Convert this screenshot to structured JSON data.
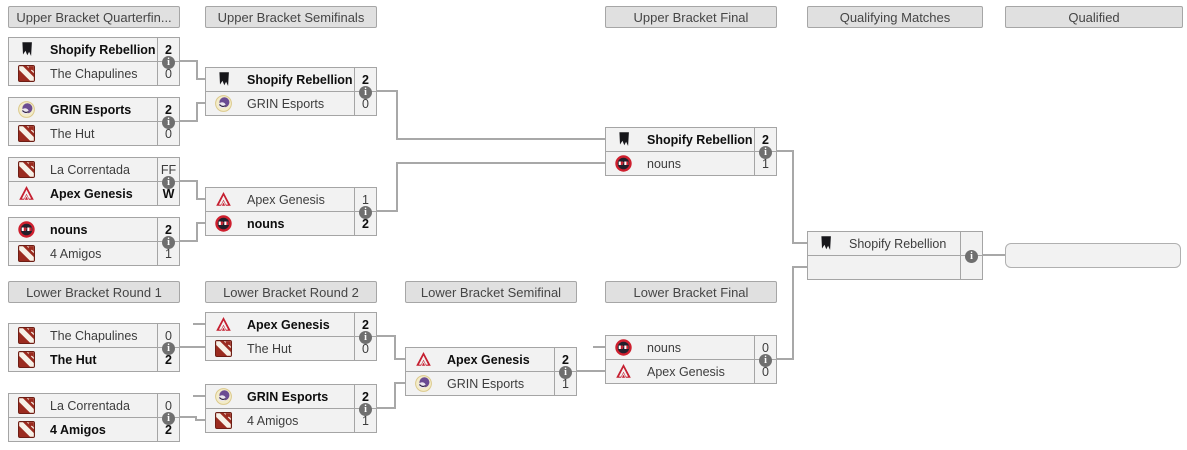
{
  "headers": {
    "upper": [
      {
        "label": "Upper Bracket Quarterfin..."
      },
      {
        "label": "Upper Bracket Semifinals"
      },
      {
        "label": "Upper Bracket Final"
      },
      {
        "label": "Qualifying Matches"
      },
      {
        "label": "Qualified"
      }
    ],
    "lower": [
      {
        "label": "Lower Bracket Round 1"
      },
      {
        "label": "Lower Bracket Round 2"
      },
      {
        "label": "Lower Bracket Semifinal"
      },
      {
        "label": "Lower Bracket Final"
      }
    ]
  },
  "glyphs": {
    "info": "i"
  },
  "colors": {
    "header_bg": "#e0e0e0",
    "match_bg": "#f2f2f2",
    "border": "#a5a5a5",
    "connector": "#a8a8a8",
    "info_icon_bg": "#6f6f6f",
    "dota_red": "#9b2b1f",
    "apex_red": "#c51f30",
    "nouns_red": "#ce1f2e",
    "grin_purple": "#6b4c92",
    "shopify_black": "#17171b"
  },
  "matches": {
    "ubqf1": {
      "top": {
        "name": "Shopify Rebellion",
        "icon": "shopify-rebellion",
        "score": "2",
        "winner": true
      },
      "bottom": {
        "name": "The Chapulines",
        "icon": "dota2",
        "score": "0",
        "winner": false
      }
    },
    "ubqf2": {
      "top": {
        "name": "GRIN Esports",
        "icon": "grin-esports",
        "score": "2",
        "winner": true
      },
      "bottom": {
        "name": "The Hut",
        "icon": "dota2",
        "score": "0",
        "winner": false
      }
    },
    "ubqf3": {
      "top": {
        "name": "La Correntada",
        "icon": "dota2",
        "score": "FF",
        "winner": false
      },
      "bottom": {
        "name": "Apex Genesis",
        "icon": "apex-genesis",
        "score": "W",
        "winner": true
      }
    },
    "ubqf4": {
      "top": {
        "name": "nouns",
        "icon": "nouns",
        "score": "2",
        "winner": true
      },
      "bottom": {
        "name": "4 Amigos",
        "icon": "dota2",
        "score": "1",
        "winner": false
      }
    },
    "ubsf1": {
      "top": {
        "name": "Shopify Rebellion",
        "icon": "shopify-rebellion",
        "score": "2",
        "winner": true
      },
      "bottom": {
        "name": "GRIN Esports",
        "icon": "grin-esports",
        "score": "0",
        "winner": false
      }
    },
    "ubsf2": {
      "top": {
        "name": "Apex Genesis",
        "icon": "apex-genesis",
        "score": "1",
        "winner": false
      },
      "bottom": {
        "name": "nouns",
        "icon": "nouns",
        "score": "2",
        "winner": true
      }
    },
    "ubf": {
      "top": {
        "name": "Shopify Rebellion",
        "icon": "shopify-rebellion",
        "score": "2",
        "winner": true
      },
      "bottom": {
        "name": "nouns",
        "icon": "nouns",
        "score": "1",
        "winner": false
      }
    },
    "qualifying": {
      "top": {
        "name": "Shopify Rebellion",
        "icon": "shopify-rebellion",
        "score": "",
        "winner": false
      },
      "bottom": {
        "name": "",
        "icon": "",
        "score": "",
        "winner": false
      }
    },
    "lbr1m1": {
      "top": {
        "name": "The Chapulines",
        "icon": "dota2",
        "score": "0",
        "winner": false
      },
      "bottom": {
        "name": "The Hut",
        "icon": "dota2",
        "score": "2",
        "winner": true
      }
    },
    "lbr1m2": {
      "top": {
        "name": "La Correntada",
        "icon": "dota2",
        "score": "0",
        "winner": false
      },
      "bottom": {
        "name": "4 Amigos",
        "icon": "dota2",
        "score": "2",
        "winner": true
      }
    },
    "lbr2m1": {
      "top": {
        "name": "Apex Genesis",
        "icon": "apex-genesis",
        "score": "2",
        "winner": true
      },
      "bottom": {
        "name": "The Hut",
        "icon": "dota2",
        "score": "0",
        "winner": false
      }
    },
    "lbr2m2": {
      "top": {
        "name": "GRIN Esports",
        "icon": "grin-esports",
        "score": "2",
        "winner": true
      },
      "bottom": {
        "name": "4 Amigos",
        "icon": "dota2",
        "score": "1",
        "winner": false
      }
    },
    "lbsf": {
      "top": {
        "name": "Apex Genesis",
        "icon": "apex-genesis",
        "score": "2",
        "winner": true
      },
      "bottom": {
        "name": "GRIN Esports",
        "icon": "grin-esports",
        "score": "1",
        "winner": false
      }
    },
    "lbf": {
      "top": {
        "name": "nouns",
        "icon": "nouns",
        "score": "0",
        "winner": false
      },
      "bottom": {
        "name": "Apex Genesis",
        "icon": "apex-genesis",
        "score": "0",
        "winner": false
      }
    }
  },
  "qualified_slot": {
    "label": ""
  }
}
